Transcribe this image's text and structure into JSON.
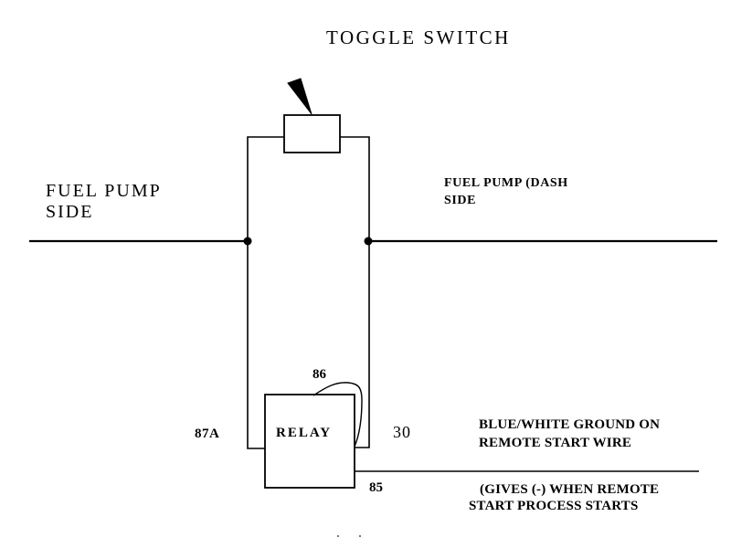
{
  "colors": {
    "background": "#ffffff",
    "ink": "#000000"
  },
  "title": "TOGGLE SWITCH",
  "labels": {
    "fuel_pump_side_line1": "FUEL PUMP",
    "fuel_pump_side_line2": "SIDE",
    "fuel_pump_dash_line1": "FUEL PUMP (DASH",
    "fuel_pump_dash_line2": "SIDE",
    "relay": "RELAY",
    "terminal_86": "86",
    "terminal_87a": "87A",
    "terminal_30": "30",
    "terminal_85": "85",
    "ground_note_line1": "BLUE/WHITE GROUND ON",
    "ground_note_line2": "REMOTE START WIRE",
    "gives_note_line1": "(GIVES (-) WHEN REMOTE",
    "gives_note_line2": "START PROCESS STARTS"
  }
}
